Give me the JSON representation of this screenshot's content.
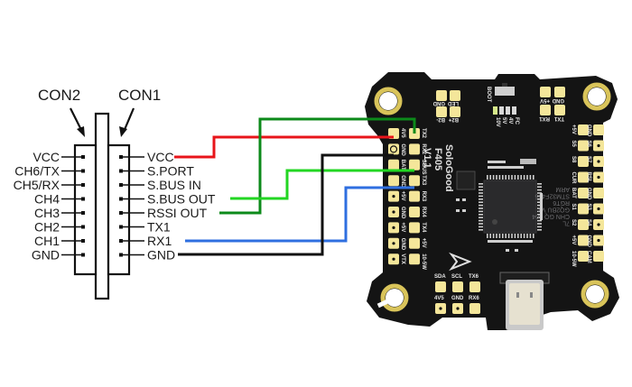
{
  "connectors": {
    "con2": {
      "title": "CON2",
      "pins": [
        "VCC",
        "CH6/TX",
        "CH5/RX",
        "CH4",
        "CH3",
        "CH2",
        "CH1",
        "GND"
      ]
    },
    "con1": {
      "title": "CON1",
      "pins": [
        "VCC",
        "S.PORT",
        "S.BUS IN",
        "S.BUS OUT",
        "RSSI OUT",
        "TX1",
        "RX1",
        "GND"
      ]
    }
  },
  "wires": [
    {
      "from": "VCC",
      "to": "4V5",
      "color": "#e8141a"
    },
    {
      "from": "RSSI OUT",
      "to": "TX2",
      "color": "#0c8a1a"
    },
    {
      "from": "S.BUS OUT",
      "to": "SBUS",
      "color": "#22d622"
    },
    {
      "from": "RX1",
      "to": "TX3",
      "color": "#2f6fe0"
    },
    {
      "from": "GND",
      "to": "GND",
      "color": "#111111"
    }
  ],
  "board": {
    "brand": "SoloGood",
    "model": "F405",
    "version": "V1.1",
    "mcu_text": [
      "ARM",
      "STM32F405",
      "RGT6",
      "GQ2BU V2",
      "CHN GQ 404",
      "7L"
    ],
    "left_outer_pads": [
      "4V5",
      "GND",
      "BAT",
      "GND",
      "+5V",
      "GND",
      "+5V",
      "GND",
      "VTX"
    ],
    "left_inner_pads": [
      "TX2",
      "RX2",
      "SBUS",
      "TX3",
      "RX3",
      "RX4",
      "TX4",
      "+5V",
      "10-5W"
    ],
    "top_pads": [
      "GND",
      "LED",
      "B2-",
      "B2+"
    ],
    "boot_label": "BOOT",
    "indicator_labels": [
      "10V",
      "5V",
      "4V",
      "FC"
    ],
    "top_right_pads": [
      "+5V",
      "GND",
      "RX1",
      "TX1"
    ],
    "right_inner_pads": [
      "+5V",
      "S5",
      "S8",
      "CUR",
      "BAT",
      "S1",
      "S2",
      "+5V",
      "10-5W"
    ],
    "right_outer_pads": [
      "GND",
      "S6",
      "S7",
      "RSL",
      "GND",
      "S3",
      "S4",
      "GND",
      "CAM"
    ],
    "bottom_pads_top": [
      "SDA",
      "SCL",
      "TX6"
    ],
    "bottom_pads_bottom": [
      "4V5",
      "GND",
      "RX6"
    ]
  },
  "colors": {
    "board": "#141414",
    "pad": "#f4e69a",
    "ring": "#d9c45a",
    "red": "#e8141a",
    "dark_green": "#0c8a1a",
    "light_green": "#22d622",
    "blue": "#2f6fe0",
    "black": "#111111"
  }
}
